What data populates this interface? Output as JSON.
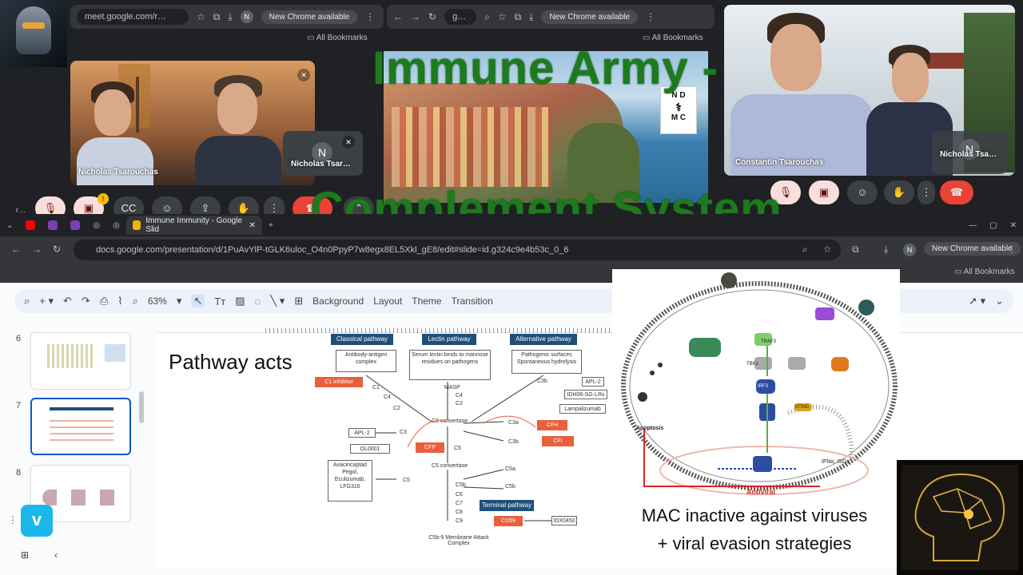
{
  "meet": {
    "left_window": {
      "url": "meet.google.com/r…",
      "new_chrome": "New Chrome available",
      "bookmarks": "All Bookmarks",
      "participant_1": "Nicholas Tsarouchas",
      "participant_2_short": "Nicholas Tsar…",
      "avatar_letter": "N"
    },
    "middle_window": {
      "url": "g…",
      "new_chrome": "New Chrome available",
      "bookmarks": "All Bookmarks",
      "logo_lines": [
        "N D",
        "M C"
      ]
    },
    "right_window": {
      "participant_1": "Constantin Tsarouchas",
      "participant_2_short": "Nicholas Tsa…",
      "avatar_letter": "N"
    },
    "small_label": "r…"
  },
  "overlay": {
    "title_line1": "Immune Army -",
    "title_line2": "Complement System"
  },
  "browser": {
    "active_tab": "Immune Immunity - Google Slid",
    "url": "docs.google.com/presentation/d/1PuAvYlP-tGLK6uloc_O4n0PpyP7w8egx8EL5Xkl_gE8/edit#slide=id.g324c9e4b53c_0_6",
    "new_chrome": "New Chrome available",
    "bookmarks": "All Bookmarks"
  },
  "toolbar": {
    "zoom": "63%",
    "background": "Background",
    "layout": "Layout",
    "theme": "Theme",
    "transition": "Transition"
  },
  "filmstrip": {
    "slides": [
      {
        "num": "6"
      },
      {
        "num": "7"
      },
      {
        "num": "8"
      }
    ]
  },
  "slide": {
    "pathway_acts": "Pathway acts",
    "headers": {
      "classical": "Classical pathway",
      "lectin": "Lectin pathway",
      "alternative": "Alternative pathway",
      "terminal": "Terminal pathway"
    },
    "boxes": {
      "ab": "Antibody-antigen complex",
      "serum": "Serum lectin binds to mannose residues on pathogens",
      "pathogenic": "Pathogenic surfaces Spontaneous hydrolysis",
      "apl2_a": "APL-2",
      "apl2_b": "APL-2",
      "idh": "IDH06-SG-LRx",
      "lamp": "Lampalizumab",
      "ol": "OL0001",
      "avac": "Avacincaptad Pegol, Eculizumab, LFG316",
      "idx": "IDX0450"
    },
    "inhibitors": {
      "c1": "C1 inhibitor",
      "cfp": "CFP",
      "cfh": "CFH",
      "cfi": "CFI",
      "cd59": "CD59"
    },
    "labels": {
      "c1": "C1",
      "c4": "C4",
      "c2": "C2",
      "masp": "MASP",
      "masp_c4": "C4",
      "masp_c2": "C2",
      "c3_conv": "C3 convertase",
      "c3b_top": "C3b",
      "c3a": "C3a",
      "c3b": "C3b",
      "c5_conv": "C5 convertase",
      "c5": "C5",
      "c5a": "C5a",
      "c5b": "C5b",
      "c5b_term": "C5b",
      "c6": "C6",
      "c7": "C7",
      "c8": "C8",
      "c9": "C9",
      "mac": "C5b-9 Membrane Attack Complex"
    },
    "mac_line1": "MAC inactive against viruses",
    "mac_line2": "+ viral evasion strategies",
    "cell": {
      "antiviral": "Antiviral",
      "apoptosis": "Apoptosis",
      "traf3": "TRAF3",
      "tbk1": "TBK1",
      "irf3": "IRF3",
      "sting": "STING",
      "ifn": "IFNα, ISGs"
    }
  },
  "colors": {
    "title_green": "#1e7a1e",
    "header_blue": "#1f4e79",
    "inhibitor_orange": "#e8603c",
    "meet_red": "#ea4335"
  }
}
